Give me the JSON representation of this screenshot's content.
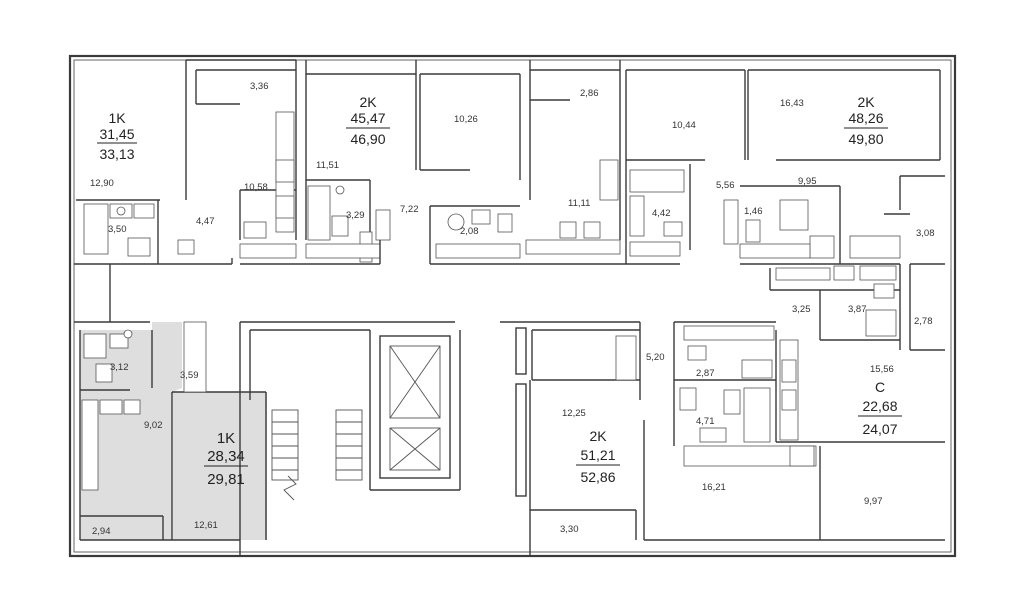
{
  "apartments": [
    {
      "id": "a1",
      "type": "1K",
      "living": "31,45",
      "total": "33,13"
    },
    {
      "id": "a2",
      "type": "2K",
      "living": "45,47",
      "total": "46,90"
    },
    {
      "id": "a3",
      "type": "2K",
      "living": "48,26",
      "total": "49,80"
    },
    {
      "id": "a4",
      "type": "1K",
      "living": "28,34",
      "total": "29,81",
      "highlighted": true
    },
    {
      "id": "a5",
      "type": "2K",
      "living": "51,21",
      "total": "52,86"
    },
    {
      "id": "a6",
      "type": "С",
      "living": "22,68",
      "total": "24,07"
    }
  ],
  "rooms": [
    "3,36",
    "12,90",
    "10,58",
    "3,50",
    "4,47",
    "11,51",
    "3,29",
    "7,22",
    "10,26",
    "2,08",
    "2,86",
    "11,11",
    "10,44",
    "4,42",
    "5,56",
    "16,43",
    "9,95",
    "1,46",
    "3,08",
    "3,87",
    "3,25",
    "2,78",
    "3,12",
    "9,02",
    "3,59",
    "2,94",
    "12,61",
    "15,56",
    "2,87",
    "5,20",
    "4,71",
    "12,25",
    "16,21",
    "9,97",
    "3,30"
  ],
  "colors": {
    "highlight": "#dedede",
    "wall": "#3a3a3a"
  }
}
